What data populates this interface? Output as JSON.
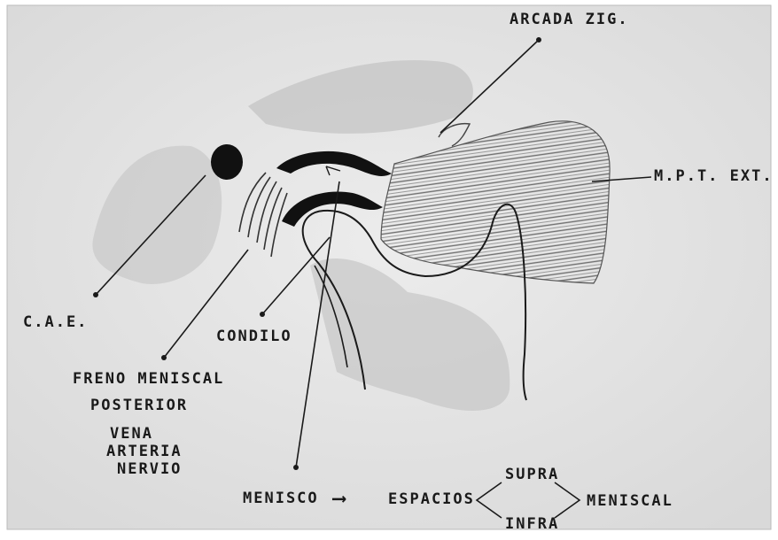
{
  "diagram": {
    "labels": {
      "arcada_zig": "ARCADA ZIG.",
      "mpt_ext": "M.P.T. EXT.",
      "cae": "C.A.E.",
      "condilo": "CONDILO",
      "freno": "FRENO MENISCAL",
      "posterior": "POSTERIOR",
      "vena": "VENA",
      "arteria": "ARTERIA",
      "nervio": "NERVIO",
      "menisco": "MENISCO",
      "arrow": "⟶",
      "espacios": "ESPACIOS",
      "supra": "SUPRA",
      "infra": "INFRA",
      "meniscal": "MENISCAL"
    },
    "colors": {
      "paper": "#e4e4e4",
      "ink": "#1a1a1a",
      "muscle": "#8a8a8a",
      "shade": "#bdbdbd"
    }
  }
}
